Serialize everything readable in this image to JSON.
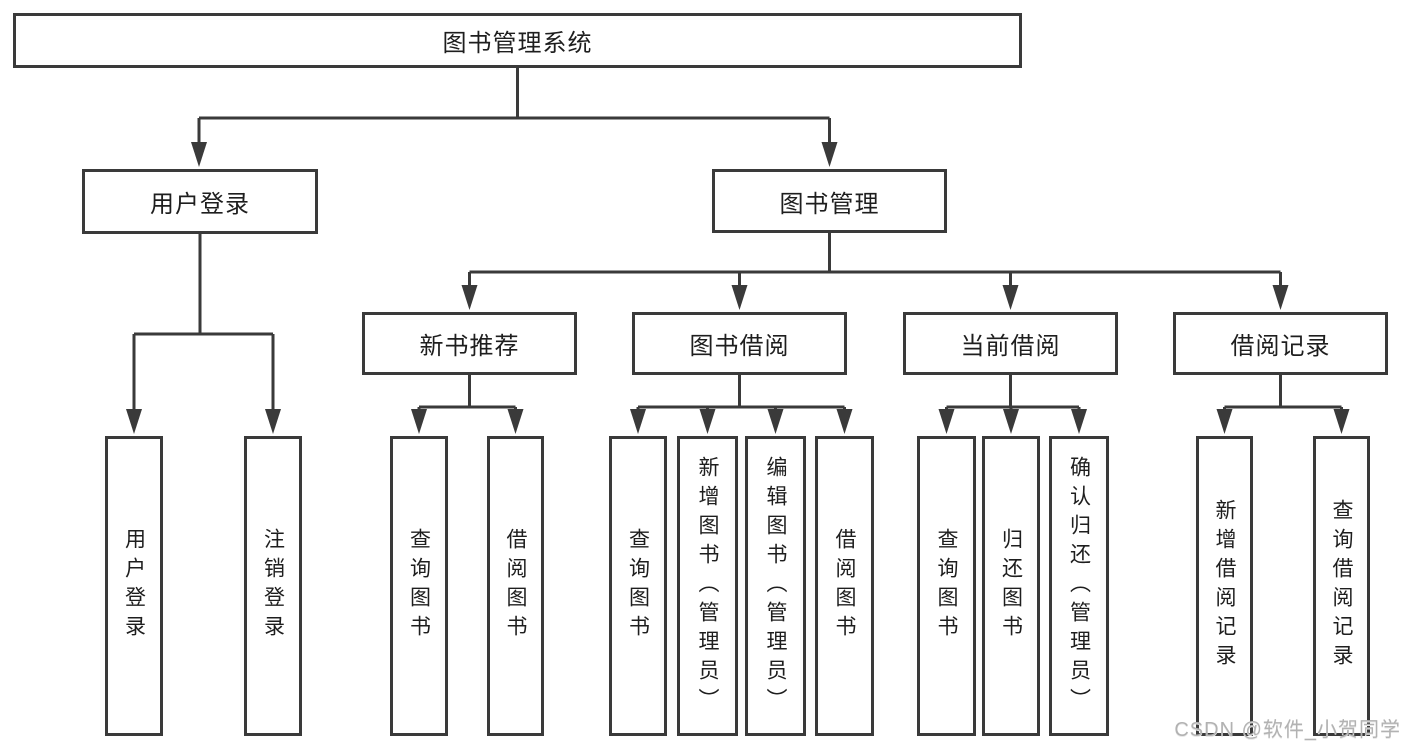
{
  "diagram": {
    "root": "图书管理系统",
    "login": {
      "label": "用户登录",
      "children": [
        "用户登录",
        "注销登录"
      ]
    },
    "management": {
      "label": "图书管理",
      "sections": [
        {
          "label": "新书推荐",
          "children": [
            "查询图书",
            "借阅图书"
          ]
        },
        {
          "label": "图书借阅",
          "children": [
            "查询图书",
            "新增图书（管理员）",
            "编辑图书（管理员）",
            "借阅图书"
          ]
        },
        {
          "label": "当前借阅",
          "children": [
            "查询图书",
            "归还图书",
            "确认归还（管理员）"
          ]
        },
        {
          "label": "借阅记录",
          "children": [
            "新增借阅记录",
            "查询借阅记录"
          ]
        }
      ]
    }
  },
  "colors": {
    "line": "#3a3a3a",
    "text": "#1e1e1e",
    "watermark": "#b2b2b2"
  },
  "watermark": "CSDN @软件_小贺同学"
}
